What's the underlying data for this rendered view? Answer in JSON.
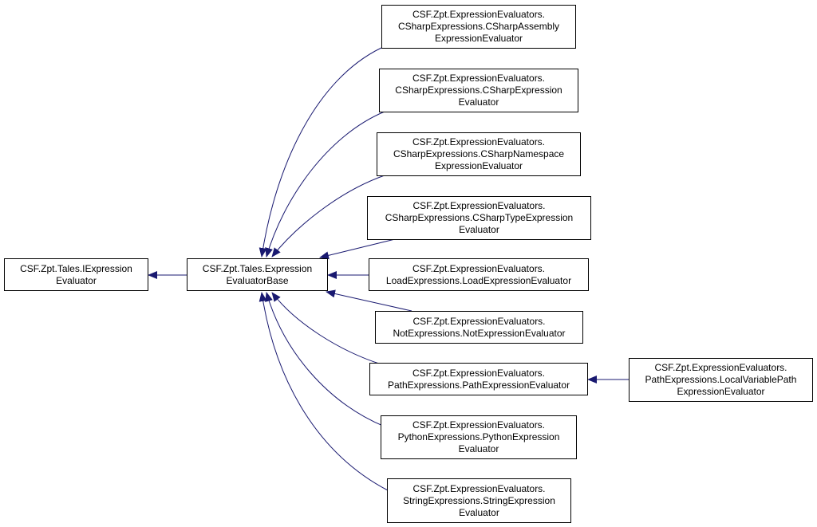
{
  "colors": {
    "edge": "#191970",
    "node_border": "#000000",
    "node_fill": "#ffffff",
    "text": "#000000"
  },
  "nodes": {
    "iexpression": {
      "lines": [
        "CSF.Zpt.Tales.IExpression",
        "Evaluator"
      ]
    },
    "base": {
      "lines": [
        "CSF.Zpt.Tales.Expression",
        "EvaluatorBase"
      ]
    },
    "csharp_assembly": {
      "lines": [
        "CSF.Zpt.ExpressionEvaluators.",
        "CSharpExpressions.CSharpAssembly",
        "ExpressionEvaluator"
      ]
    },
    "csharp_expression": {
      "lines": [
        "CSF.Zpt.ExpressionEvaluators.",
        "CSharpExpressions.CSharpExpression",
        "Evaluator"
      ]
    },
    "csharp_namespace": {
      "lines": [
        "CSF.Zpt.ExpressionEvaluators.",
        "CSharpExpressions.CSharpNamespace",
        "ExpressionEvaluator"
      ]
    },
    "csharp_type": {
      "lines": [
        "CSF.Zpt.ExpressionEvaluators.",
        "CSharpExpressions.CSharpTypeExpression",
        "Evaluator"
      ]
    },
    "load": {
      "lines": [
        "CSF.Zpt.ExpressionEvaluators.",
        "LoadExpressions.LoadExpressionEvaluator"
      ]
    },
    "not": {
      "lines": [
        "CSF.Zpt.ExpressionEvaluators.",
        "NotExpressions.NotExpressionEvaluator"
      ]
    },
    "path": {
      "lines": [
        "CSF.Zpt.ExpressionEvaluators.",
        "PathExpressions.PathExpressionEvaluator"
      ]
    },
    "python": {
      "lines": [
        "CSF.Zpt.ExpressionEvaluators.",
        "PythonExpressions.PythonExpression",
        "Evaluator"
      ]
    },
    "string": {
      "lines": [
        "CSF.Zpt.ExpressionEvaluators.",
        "StringExpressions.StringExpression",
        "Evaluator"
      ]
    },
    "local_variable_path": {
      "lines": [
        "CSF.Zpt.ExpressionEvaluators.",
        "PathExpressions.LocalVariablePath",
        "ExpressionEvaluator"
      ]
    }
  }
}
